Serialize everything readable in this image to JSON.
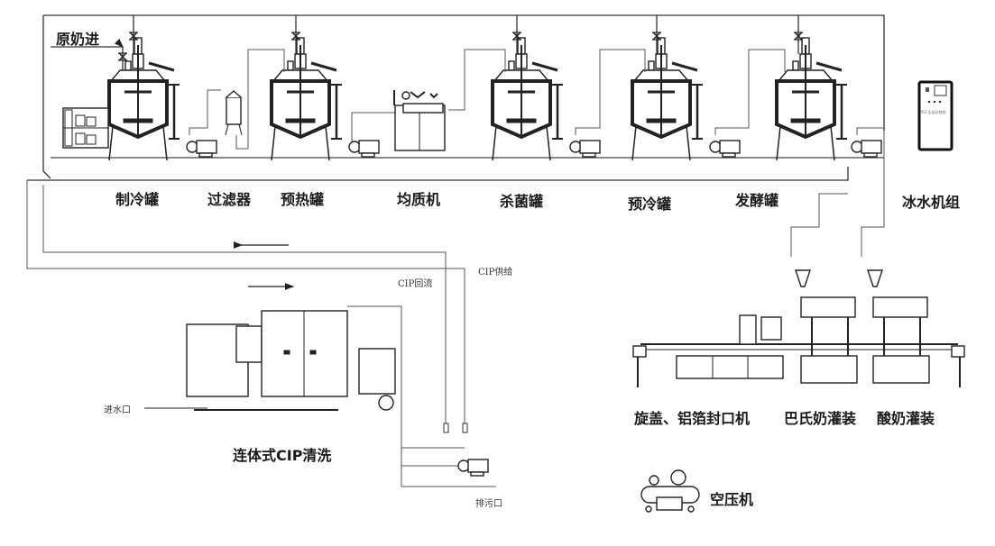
{
  "title": "酸奶/巴氏奶生产线工艺流程图",
  "process_labels": {
    "raw_milk_in": "原奶进",
    "cooling_tank": "制冷罐",
    "filter": "过滤器",
    "preheat_tank": "预热罐",
    "homogenizer": "均质机",
    "sterilization_tank": "杀菌罐",
    "precooling_tank": "预冷罐",
    "fermentation_tank": "发酵罐",
    "chiller_unit": "冰水机组"
  },
  "cip": {
    "return_label": "CIP回流",
    "supply_label": "CIP供给",
    "water_inlet_label": "进水口",
    "drain_label": "排污口",
    "system_label": "连体式CIP清洗"
  },
  "packaging": {
    "capping_sealer": "旋盖、铝箔封口机",
    "pasteurized_filling": "巴氏奶灌装",
    "yogurt_filling": "酸奶灌装"
  },
  "utilities": {
    "air_compressor": "空压机",
    "control_cabinet_text": "PLC全自动控制"
  },
  "flow_directions": {
    "cip_return_arrow": "left",
    "cip_tank_arrow": "right"
  }
}
